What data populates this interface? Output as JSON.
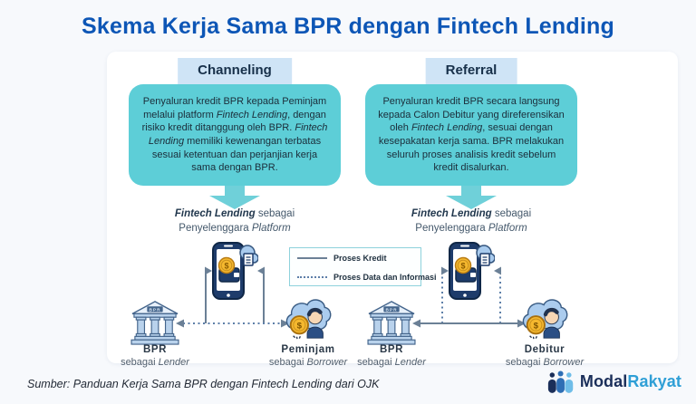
{
  "title": "Skema Kerja Sama BPR dengan Fintech Lending",
  "source_note": "Sumber: Panduan Kerja Sama BPR dengan Fintech Lending dari OJK",
  "coin_symbol": "$",
  "logo": {
    "part1": "Modal",
    "part2": "Rakyat"
  },
  "legend": {
    "items": [
      {
        "style": "solid",
        "label": "Proses Kredit"
      },
      {
        "style": "dotted",
        "label": "Proses Data dan Informasi"
      }
    ]
  },
  "colors": {
    "title_blue": "#0d56b6",
    "tab_bg": "#cfe4f6",
    "box_teal": "#5dced7",
    "arrow_teal": "#6fd0d9",
    "line_gray": "#6b8096",
    "dotted_blue": "#5d7fa8",
    "logo_navy": "#1b2f5a",
    "logo_blue": "#2f9fd6"
  },
  "columns": [
    {
      "tab_label": "Channeling",
      "description_segments": [
        {
          "t": "Penyaluran kredit BPR kepada Peminjam melalui platform ",
          "i": false
        },
        {
          "t": "Fintech Lending",
          "i": true
        },
        {
          "t": ", dengan risiko kredit ditanggung oleh BPR. ",
          "i": false
        },
        {
          "t": "Fintech Lending",
          "i": true
        },
        {
          "t": " memiliki kewenangan terbatas sesuai ketentuan dan perjanjian kerja sama dengan BPR.",
          "i": false
        }
      ],
      "platform": {
        "bold": "Fintech Lending",
        "suffix": " sebagai",
        "line2_prefix": "Penyelenggara ",
        "line2_italic": "Platform"
      },
      "bank": {
        "name": "BPR",
        "building_sign": "BPR",
        "role_prefix": "sebagai ",
        "role": "Lender"
      },
      "person": {
        "name": "Peminjam",
        "role_prefix": "sebagai ",
        "role": "Borrower"
      },
      "vertical_line": "solid",
      "horizontal_line": "dotted"
    },
    {
      "tab_label": "Referral",
      "description_segments": [
        {
          "t": "Penyaluran kredit BPR secara langsung kepada Calon Debitur yang direferensikan oleh ",
          "i": false
        },
        {
          "t": "Fintech Lending",
          "i": true
        },
        {
          "t": ", sesuai dengan kesepakatan kerja sama. BPR melakukan seluruh proses analisis kredit sebelum kredit disalurkan.",
          "i": false
        }
      ],
      "platform": {
        "bold": "Fintech Lending",
        "suffix": " sebagai",
        "line2_prefix": "Penyelenggara ",
        "line2_italic": "Platform"
      },
      "bank": {
        "name": "BPR",
        "building_sign": "BPR",
        "role_prefix": "sebagai ",
        "role": "Lender"
      },
      "person": {
        "name": "Debitur",
        "role_prefix": "sebagai ",
        "role": "Borrower"
      },
      "vertical_line": "dotted",
      "horizontal_line": "solid"
    }
  ]
}
